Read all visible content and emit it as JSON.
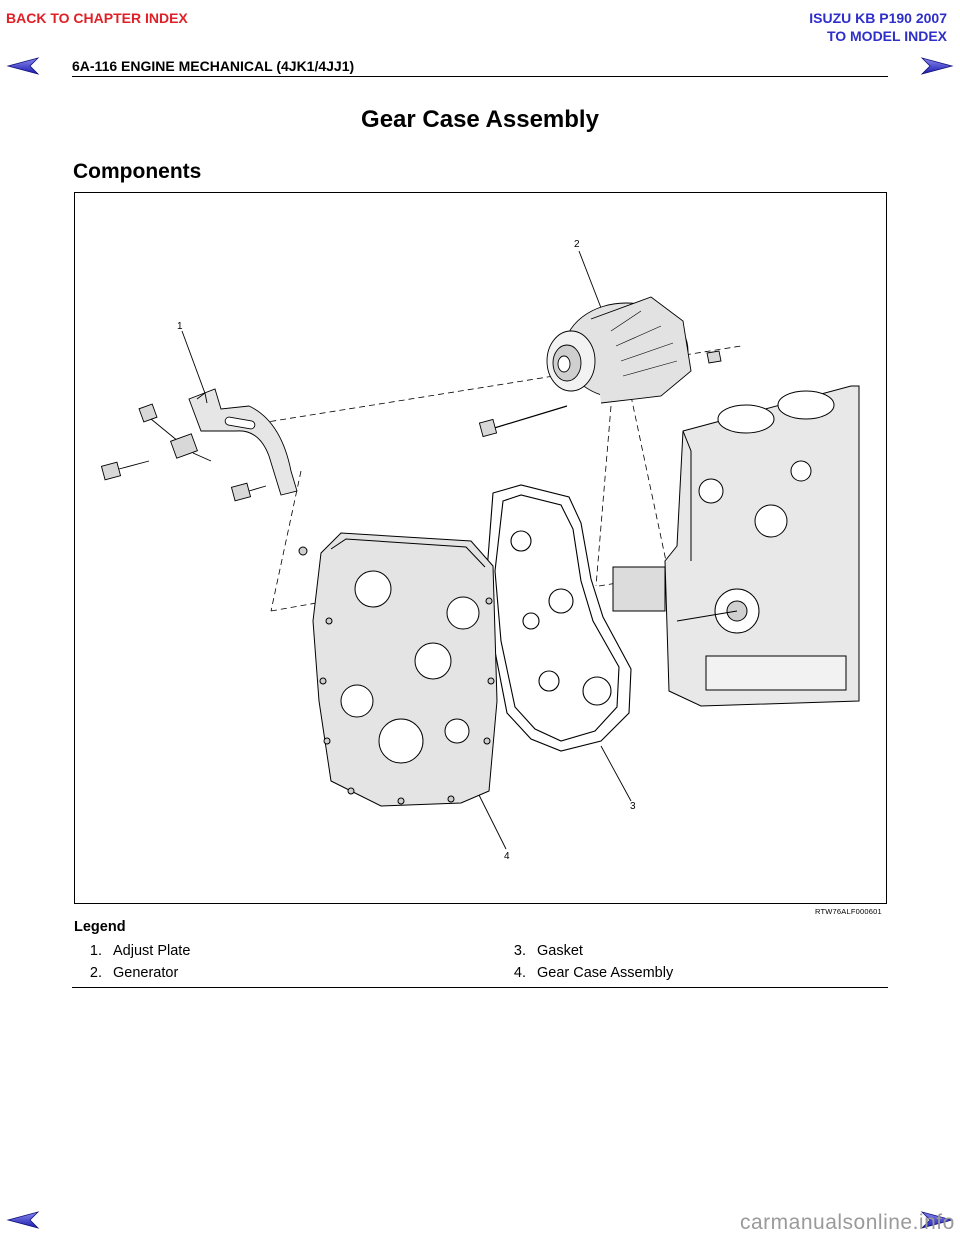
{
  "header": {
    "back_to_chapter": "BACK TO CHAPTER INDEX",
    "model_name": "ISUZU KB P190 2007",
    "to_model_index": "TO MODEL INDEX",
    "section_ref": "6A-116  ENGINE MECHANICAL (4JK1/4JJ1)",
    "link_colors": {
      "red": "#e01f26",
      "blue": "#2e2ec8"
    }
  },
  "navigation": {
    "prev_icon": "left-arrow-icon",
    "next_icon": "right-arrow-icon"
  },
  "page": {
    "title": "Gear Case Assembly",
    "subtitle": "Components"
  },
  "figure": {
    "callouts": [
      "1",
      "2",
      "3",
      "4"
    ],
    "code": "RTW76ALF000601"
  },
  "legend": {
    "title": "Legend",
    "items": [
      {
        "num": "1.",
        "label": "Adjust Plate"
      },
      {
        "num": "2.",
        "label": "Generator"
      },
      {
        "num": "3.",
        "label": "Gasket"
      },
      {
        "num": "4.",
        "label": "Gear Case Assembly"
      }
    ]
  },
  "footer": {
    "watermark": "carmanualsonline.info"
  }
}
